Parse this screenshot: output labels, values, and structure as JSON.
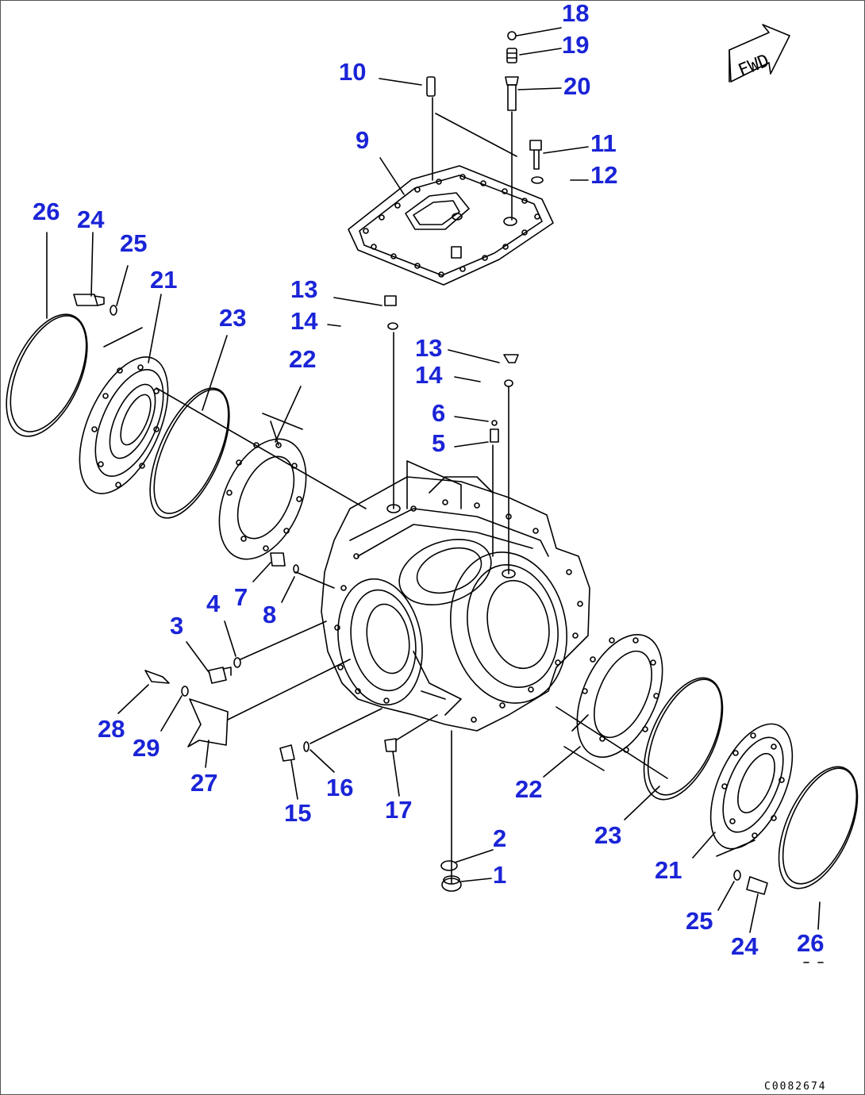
{
  "colors": {
    "callout": "#1a24d6",
    "line": "#000000"
  },
  "fwd_label": "FWD",
  "drawing_code": "C0082674",
  "callouts": [
    "18",
    "19",
    "20",
    "10",
    "11",
    "12",
    "9",
    "26",
    "24",
    "25",
    "21",
    "23",
    "22",
    "13",
    "14",
    "13",
    "14",
    "6",
    "5",
    "7",
    "8",
    "4",
    "3",
    "28",
    "29",
    "27",
    "15",
    "16",
    "17",
    "2",
    "1",
    "22",
    "23",
    "21",
    "25",
    "24",
    "26"
  ]
}
